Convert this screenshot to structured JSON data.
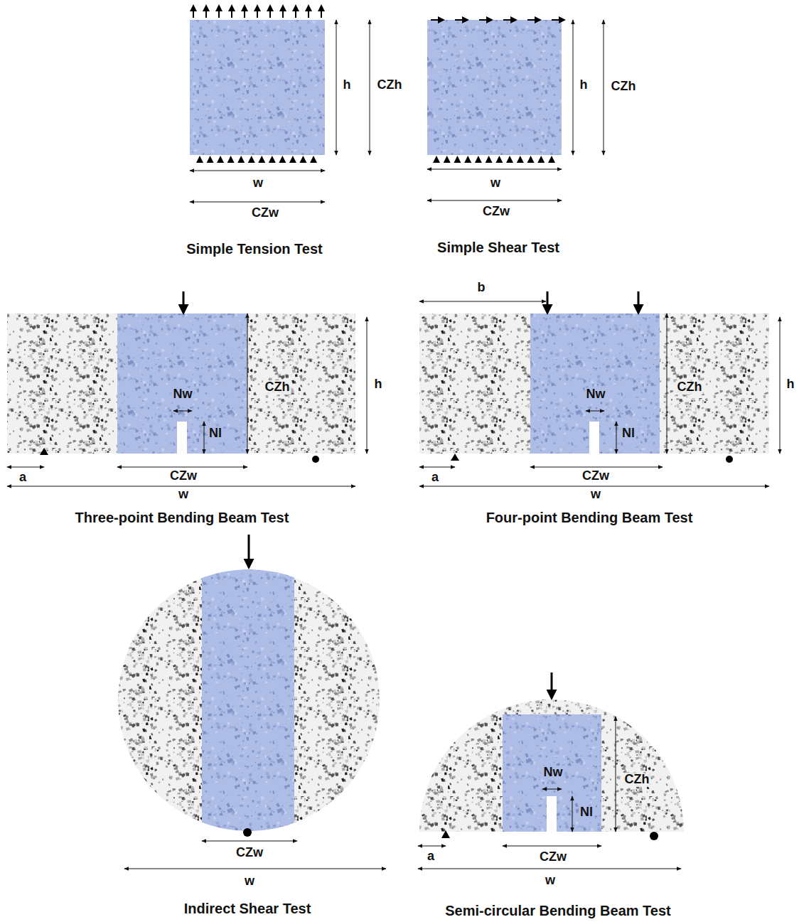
{
  "diagram": {
    "labels": [
      "h",
      "CZh",
      "w",
      "CZw",
      "Simple Tension Test",
      "h",
      "CZh",
      "w",
      "CZw",
      "Simple Shear Test",
      "Nw",
      "Nl",
      "CZh",
      "h",
      "a",
      "CZw",
      "w",
      "Three-point Bending Beam Test",
      "b",
      "Nw",
      "Nl",
      "CZh",
      "h",
      "a",
      "CZw",
      "w",
      "Four-point Bending Beam Test",
      "CZw",
      "w",
      "Indirect Shear Test",
      "Nw",
      "Nl",
      "CZh",
      "a",
      "CZw",
      "w",
      "Semi-circular Bending Beam Test"
    ]
  }
}
